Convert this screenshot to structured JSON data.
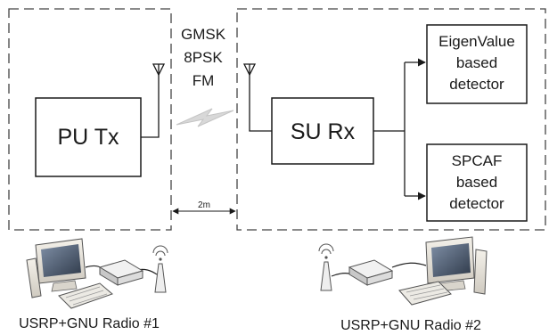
{
  "diagram": {
    "transmitter": {
      "label": "PU Tx"
    },
    "receiver": {
      "label": "SU Rx"
    },
    "modulations": [
      "GMSK",
      "8PSK",
      "FM"
    ],
    "distance": {
      "label": "2m"
    },
    "detectors": [
      {
        "lines": [
          "EigenValue",
          "based",
          "detector"
        ]
      },
      {
        "lines": [
          "SPCAF",
          "based",
          "detector"
        ]
      }
    ],
    "stations": [
      {
        "caption": "USRP+GNU Radio #1"
      },
      {
        "caption": "USRP+GNU Radio #2"
      }
    ]
  },
  "colors": {
    "stroke": "#1a1a1a",
    "dashed": "#444444",
    "wireless": "#d8d8d8",
    "shadow": "#bdbdbd"
  }
}
